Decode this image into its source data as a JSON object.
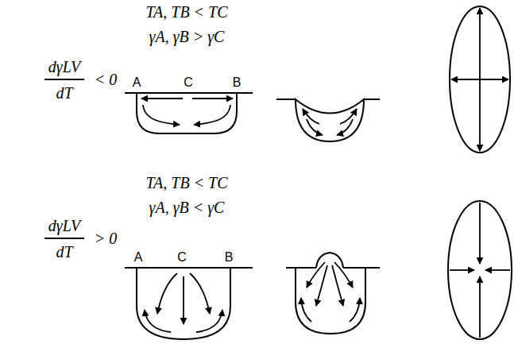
{
  "diagram": {
    "labels": [
      "dγLV",
      "dT",
      "< 0",
      "TA, TB < TC",
      "γA, γB > γC",
      "A",
      "C",
      "B",
      "dγLV",
      "dT",
      "> 0",
      "TA, TB < TC",
      "γA, γB < γC",
      "A",
      "C",
      "B"
    ]
  }
}
